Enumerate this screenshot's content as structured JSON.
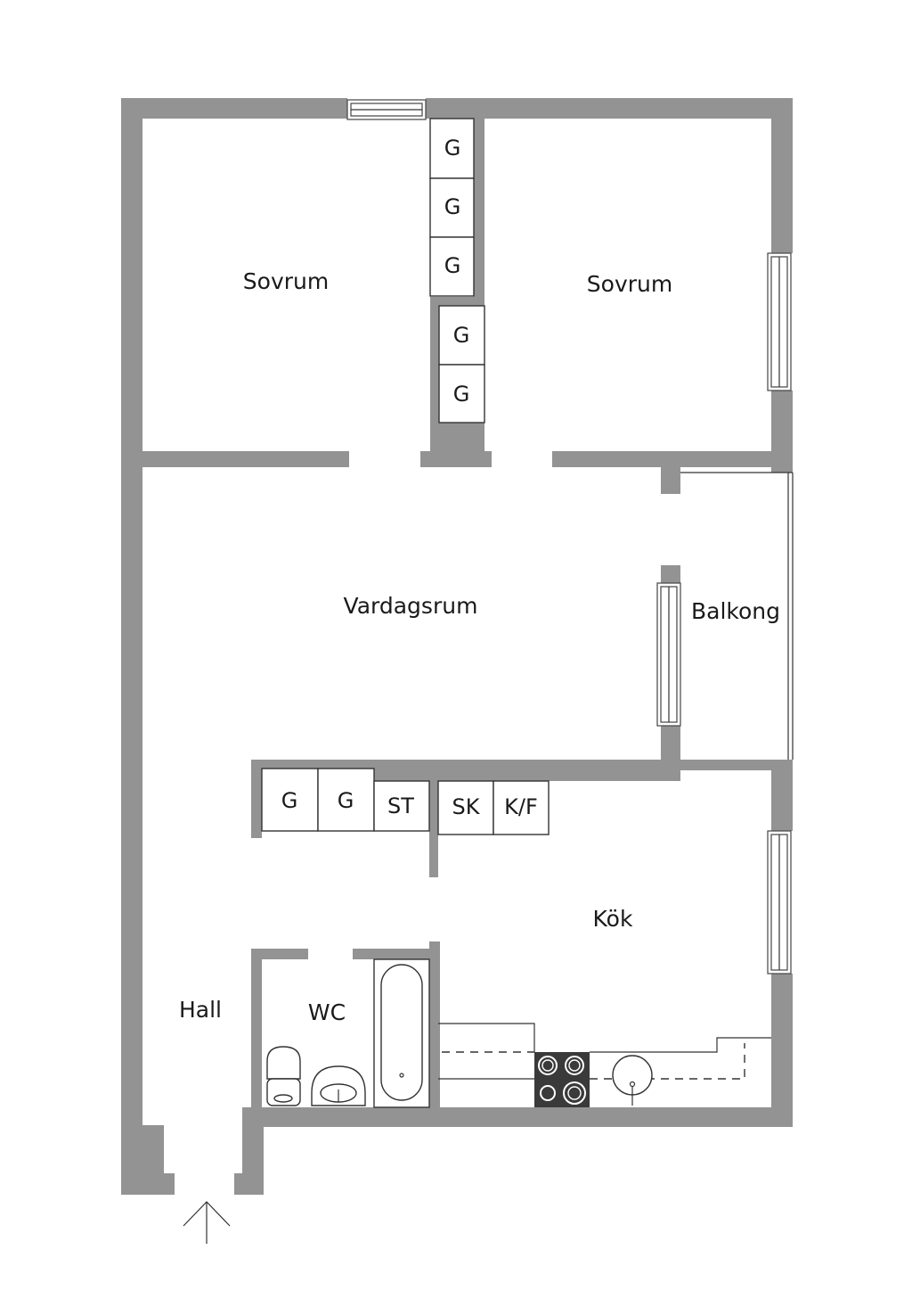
{
  "rooms": {
    "bedroom_left": "Sovrum",
    "bedroom_right": "Sovrum",
    "living_room": "Vardagsrum",
    "balcony": "Balkong",
    "kitchen": "Kök",
    "hall": "Hall",
    "wc": "WC"
  },
  "closets": {
    "bedroom_wardrobe": [
      "G",
      "G",
      "G"
    ],
    "side_wardrobe": [
      "G",
      "G"
    ],
    "hall_storage": [
      "G",
      "G",
      "ST"
    ],
    "kitchen_appliances": [
      "SK",
      "K/F"
    ]
  },
  "colors": {
    "wall": "#939393",
    "stove": "#3a3a3a",
    "line": "#333333"
  },
  "icons": {
    "entrance": "arrow-up-icon"
  }
}
